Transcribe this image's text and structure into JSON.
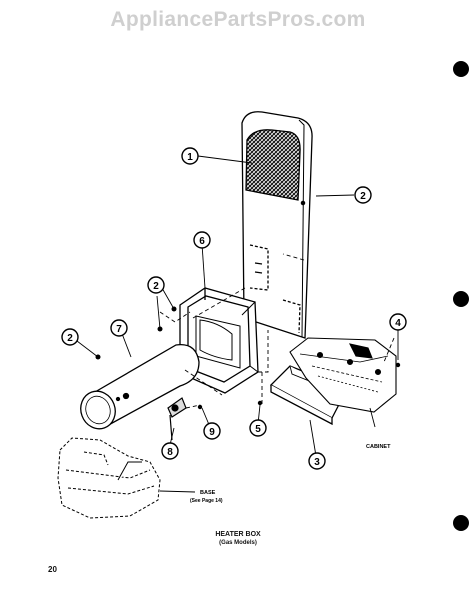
{
  "watermark": "AppliancePartsPros.com",
  "callouts": [
    "1",
    "2",
    "2",
    "2",
    "4",
    "5",
    "6",
    "7",
    "8",
    "9",
    "3"
  ],
  "labels": {
    "cabinet": "CABINET",
    "base": "BASE",
    "base_ref": "(See Page 14)"
  },
  "caption": {
    "title": "HEATER BOX",
    "subtitle": "(Gas Models)"
  },
  "page_number": "20"
}
